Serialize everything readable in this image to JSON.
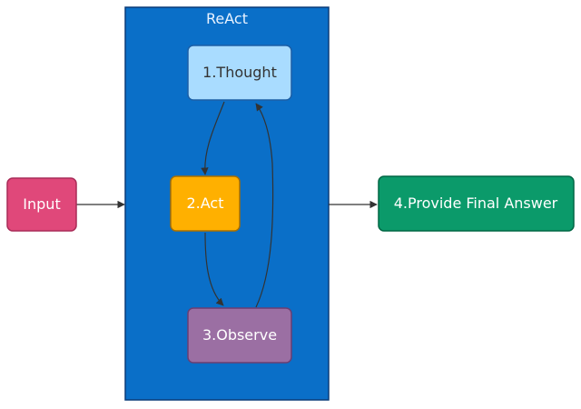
{
  "diagram": {
    "group": {
      "label": "ReAct",
      "fill": "#0a6fc8",
      "stroke": "#0a3c78"
    },
    "nodes": {
      "input": {
        "label": "Input",
        "fill": "#e0487a",
        "stroke": "#a92c58",
        "text_color": "#ffffff"
      },
      "thought": {
        "label": "1.Thought",
        "fill": "#a9dcff",
        "stroke": "#1c5fa6",
        "text_color": "#333333"
      },
      "act": {
        "label": "2.Act",
        "fill": "#ffb000",
        "stroke": "#a86f00",
        "text_color": "#ffffff"
      },
      "observe": {
        "label": "3.Observe",
        "fill": "#9b6fa3",
        "stroke": "#6a3f73",
        "text_color": "#ffffff"
      },
      "final": {
        "label": "4.Provide Final Answer",
        "fill": "#0b9a6a",
        "stroke": "#006644",
        "text_color": "#ffffff"
      }
    },
    "edge_color": "#333333"
  }
}
